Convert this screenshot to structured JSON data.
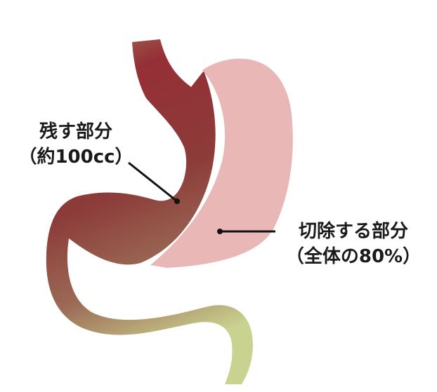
{
  "diagram": {
    "labels": {
      "remaining_part": {
        "line1": "残す部分",
        "line2": "（約100cc）"
      },
      "resected_part": {
        "line1": "切除する部分",
        "line2": "（全体の80%）"
      }
    },
    "colors": {
      "stomach_remaining_top": "#962f36",
      "stomach_remaining_mid": "#8a3f3a",
      "intestine_mid": "#9b6a55",
      "intestine_end": "#c9d28f",
      "esophagus_top": "#a4795d",
      "resected_part": "#e8b7b6",
      "pointer_line": "#111111",
      "text": "#1a1a1a",
      "background": "#ffffff"
    }
  }
}
